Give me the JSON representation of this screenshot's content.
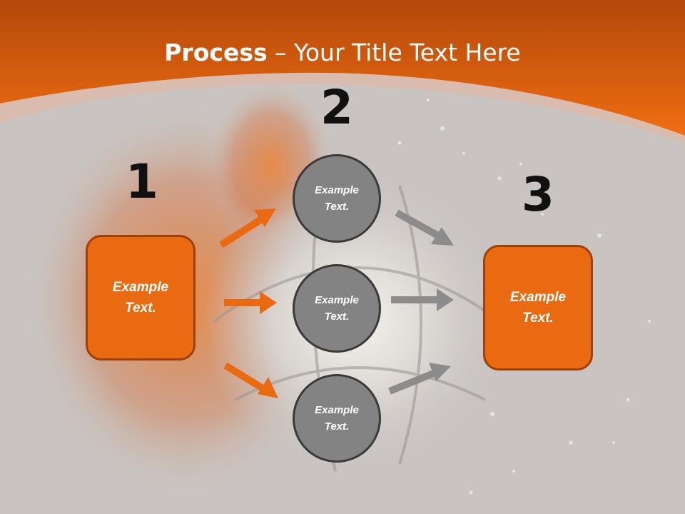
{
  "title": {
    "bold": "Process",
    "rest": " – Your Title Text Here"
  },
  "steps": [
    "1",
    "2",
    "3"
  ],
  "left_box": {
    "text": "Example Text."
  },
  "right_box": {
    "text": "Example Text."
  },
  "circles": [
    {
      "text": "Example Text."
    },
    {
      "text": "Example Text."
    },
    {
      "text": "Example Text."
    }
  ],
  "colors": {
    "orange": "#ea6a12",
    "orange_border": "#9c4208",
    "gray": "#848383",
    "arrow_gray": "#8c8c8c",
    "header": "#e9650f"
  }
}
